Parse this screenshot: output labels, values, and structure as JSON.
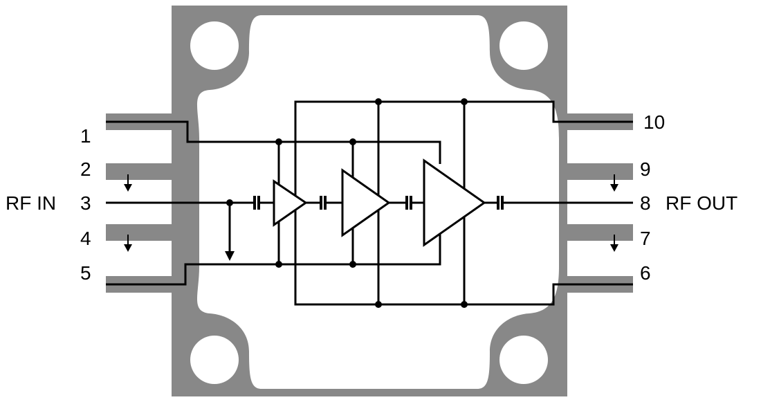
{
  "colors": {
    "package": "#888888",
    "cavity": "#ffffff",
    "wire": "#000000",
    "background": "#ffffff"
  },
  "pins": {
    "p1": "1",
    "p2": "2",
    "p3": "3",
    "p4": "4",
    "p5": "5",
    "p6": "6",
    "p7": "7",
    "p8": "8",
    "p9": "9",
    "p10": "10"
  },
  "ports": {
    "rf_in": "RF IN",
    "rf_out": "RF OUT"
  },
  "icons": {
    "ground": "ground-arrow-icon",
    "amplifier": "amplifier-icon",
    "capacitor": "capacitor-icon",
    "mounting_hole": "mounting-hole-icon"
  }
}
